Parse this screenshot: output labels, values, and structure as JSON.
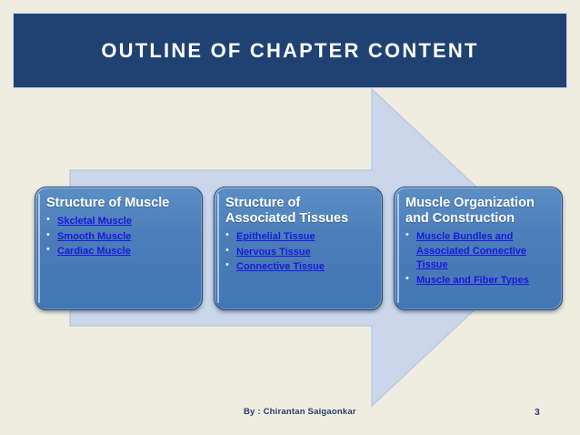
{
  "slide": {
    "background_color": "#efece0",
    "title": "OUTLINE OF CHAPTER CONTENT",
    "title_bar_color": "#1f4273",
    "title_text_color": "#ffffff"
  },
  "arrow": {
    "name": "right-pointing-process-arrow",
    "fill_color": "#ccd6ea",
    "edge_color": "#b9c6de"
  },
  "boxes": [
    {
      "id": "box-1",
      "title": "Structure of Muscle",
      "fill_color": "#4a7cb8",
      "link_color": "#1b18dd",
      "items": [
        "Skcletal Muscle",
        "Smooth Muscle",
        "Cardiac Muscle"
      ]
    },
    {
      "id": "box-2",
      "title": "Structure of Associated Tissues",
      "fill_color": "#4a7cb8",
      "link_color": "#1b18dd",
      "items": [
        "Epithelial Tissue",
        "Nervous Tissue",
        "Connective Tissue"
      ]
    },
    {
      "id": "box-3",
      "title": "Muscle Organization and Construction",
      "fill_color": "#4a7cb8",
      "link_color": "#1b18dd",
      "items": [
        "Muscle Bundles and Associated Connective Tissue",
        "Muscle and Fiber Types"
      ]
    }
  ],
  "footer": {
    "author": "By : Chirantan Saigaonkar",
    "page_number": "3",
    "text_color": "#1f3f6b"
  }
}
